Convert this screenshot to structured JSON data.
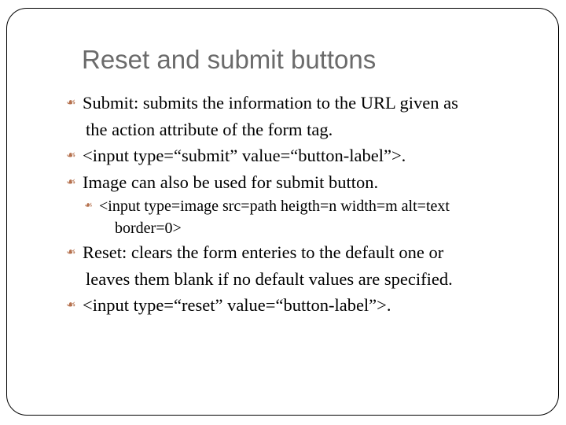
{
  "slide": {
    "title": "Reset and submit buttons",
    "title_color": "#6b6b6b",
    "body_color": "#000000",
    "bullet_color": "#b5714e",
    "bullet_glyph": "❧",
    "frame_color": "#000000",
    "background": "#ffffff"
  },
  "bullets": [
    {
      "level": 1,
      "line1": "Submit: submits the information to the URL given as",
      "line2": "the action attribute of the form tag."
    },
    {
      "level": 1,
      "line1": "<input type=“submit” value=“button-label”>.",
      "line2": ""
    },
    {
      "level": 1,
      "line1": "Image can also be used for submit button.",
      "line2": ""
    },
    {
      "level": 2,
      "line1": "<input type=image src=path heigth=n width=m alt=text",
      "line2": "border=0>"
    },
    {
      "level": 1,
      "line1": "Reset: clears the form enteries to the default one or",
      "line2": "leaves them blank if no default values are specified."
    },
    {
      "level": 1,
      "line1": "<input type=“reset” value=“button-label”>.",
      "line2": ""
    }
  ]
}
